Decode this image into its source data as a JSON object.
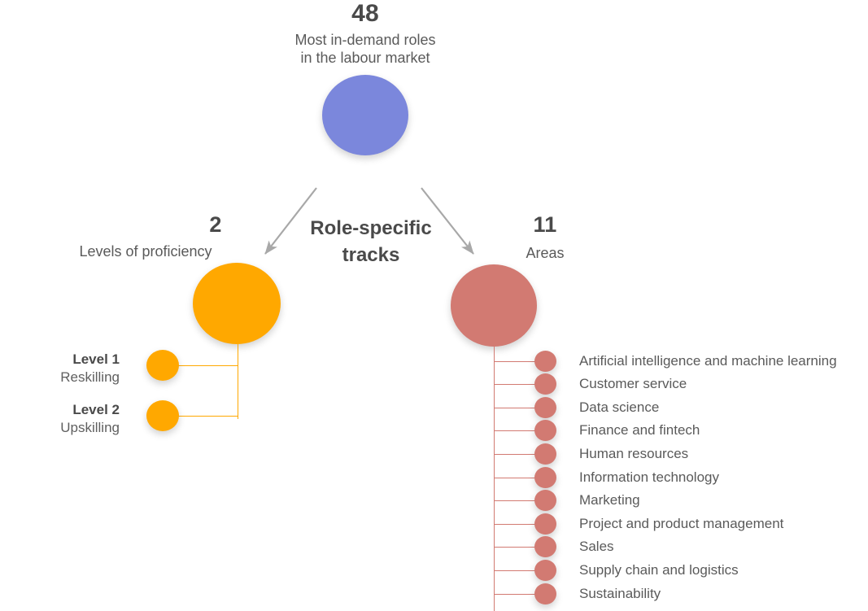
{
  "colors": {
    "root": "#7b87dc",
    "levels": "#ffa800",
    "areas": "#d27a72",
    "arrow": "#a8a8a8",
    "text_dark": "#4a4a4a",
    "text_muted": "#5a5a5a",
    "background": "#ffffff"
  },
  "root": {
    "number": "48",
    "caption_line1": "Most in-demand roles",
    "caption_line2": "in the labour market"
  },
  "middle": {
    "label_line1": "Role-specific",
    "label_line2": "tracks"
  },
  "levels_branch": {
    "number": "2",
    "caption": "Levels of proficiency",
    "items": [
      {
        "title": "Level 1",
        "subtitle": "Reskilling"
      },
      {
        "title": "Level 2",
        "subtitle": "Upskilling"
      }
    ]
  },
  "areas_branch": {
    "number": "11",
    "caption": "Areas",
    "items": [
      "Artificial intelligence and machine learning",
      "Customer service",
      "Data science",
      "Finance and fintech",
      "Human resources",
      "Information technology",
      "Marketing",
      "Project and product management",
      "Sales",
      "Supply chain and logistics",
      "Sustainability"
    ]
  }
}
